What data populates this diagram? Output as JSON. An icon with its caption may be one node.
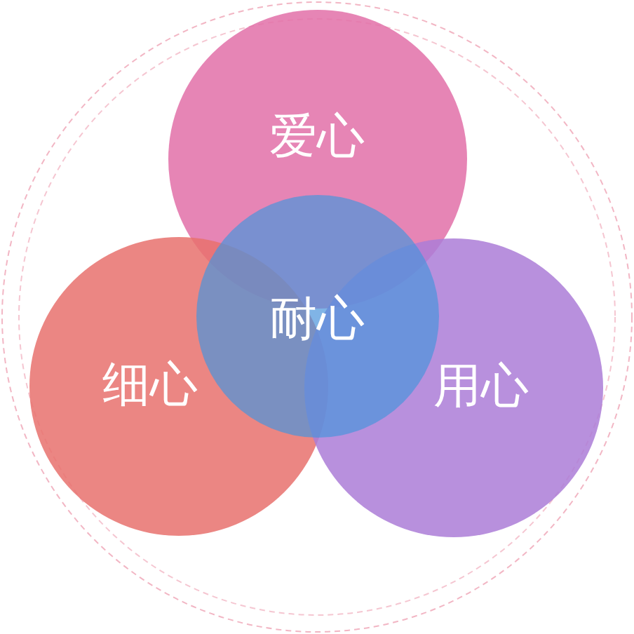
{
  "diagram": {
    "nodes": [
      {
        "text": [
          "爱心"
        ]
      },
      {
        "text": [
          "耐心"
        ]
      },
      {
        "text": [
          "细心"
        ]
      },
      {
        "text": [
          "用心"
        ]
      }
    ]
  }
}
